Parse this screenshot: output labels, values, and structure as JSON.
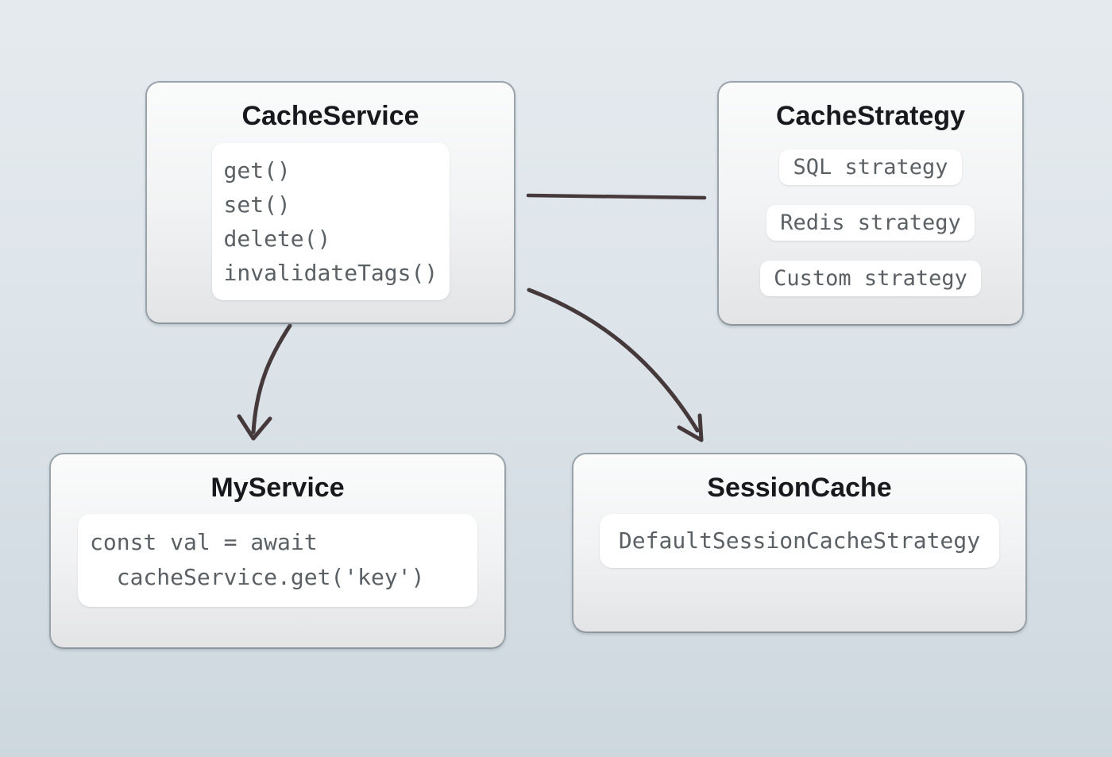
{
  "diagram": {
    "nodes": {
      "cache_service": {
        "title": "CacheService",
        "methods": [
          "get()",
          "set()",
          "delete()",
          "invalidateTags()"
        ]
      },
      "cache_strategy": {
        "title": "CacheStrategy",
        "strategies": [
          "SQL strategy",
          "Redis strategy",
          "Custom strategy"
        ]
      },
      "my_service": {
        "title": "MyService",
        "code": [
          "const val = await",
          "  cacheService.get('key')"
        ]
      },
      "session_cache": {
        "title": "SessionCache",
        "strategy_label": "DefaultSessionCacheStrategy"
      }
    },
    "edges": [
      {
        "from": "CacheService",
        "to": "CacheStrategy",
        "type": "line"
      },
      {
        "from": "CacheService",
        "to": "MyService",
        "type": "arrow"
      },
      {
        "from": "CacheService",
        "to": "SessionCache",
        "type": "arrow"
      }
    ],
    "colors": {
      "background_top": "#e5eaee",
      "background_bottom": "#cdd8de",
      "node_border": "#9aa3aa",
      "node_fill_top": "#fafbfb",
      "node_fill_bottom": "#e3e4e6",
      "panel_fill": "#ffffff",
      "title_text": "#17191c",
      "code_text": "#5b6064",
      "arrow": "#45393b"
    }
  }
}
